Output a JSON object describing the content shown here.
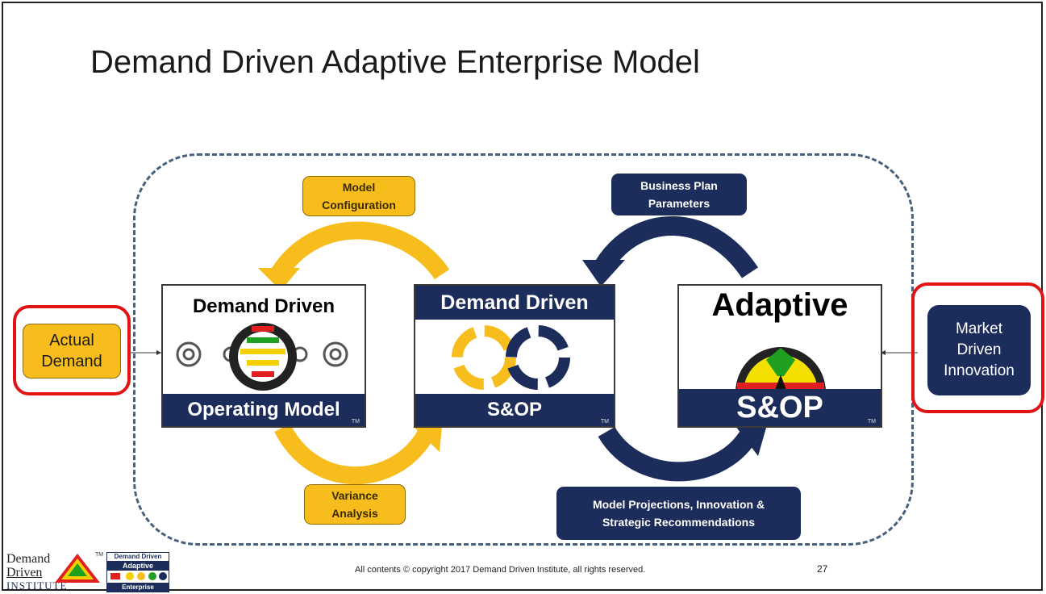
{
  "title": "Demand Driven Adaptive Enterprise Model",
  "labels": {
    "model_configuration": "Model\nConfiguration",
    "variance_analysis": "Variance\nAnalysis",
    "business_plan": "Business Plan\nParameters",
    "model_projections": "Model Projections, Innovation &\nStrategic Recommendations",
    "actual_demand": "Actual\nDemand",
    "market_innovation": "Market\nDriven\nInnovation"
  },
  "logos": {
    "operating_model": {
      "top": "Demand Driven",
      "bottom": "Operating Model",
      "tm": "TM"
    },
    "sop": {
      "top": "Demand Driven",
      "bottom": "S&OP",
      "tm": "TM"
    },
    "adaptive": {
      "top": "Adaptive",
      "bottom": "S&OP",
      "tm": "TM"
    }
  },
  "footer": {
    "copyright": "All contents © copyright 2017 Demand Driven Institute, all rights reserved.",
    "page_number": "27",
    "institute_logo": [
      "Demand",
      "Driven",
      "INSTITUTE"
    ],
    "adaptive_logo": [
      "Demand Driven",
      "Adaptive",
      "Enterprise"
    ],
    "tm": "TM"
  },
  "colors": {
    "gold": "#f6bd1c",
    "navy": "#1d2d5b",
    "red_highlight": "#e01414",
    "dashed_loop": "#46607e"
  }
}
